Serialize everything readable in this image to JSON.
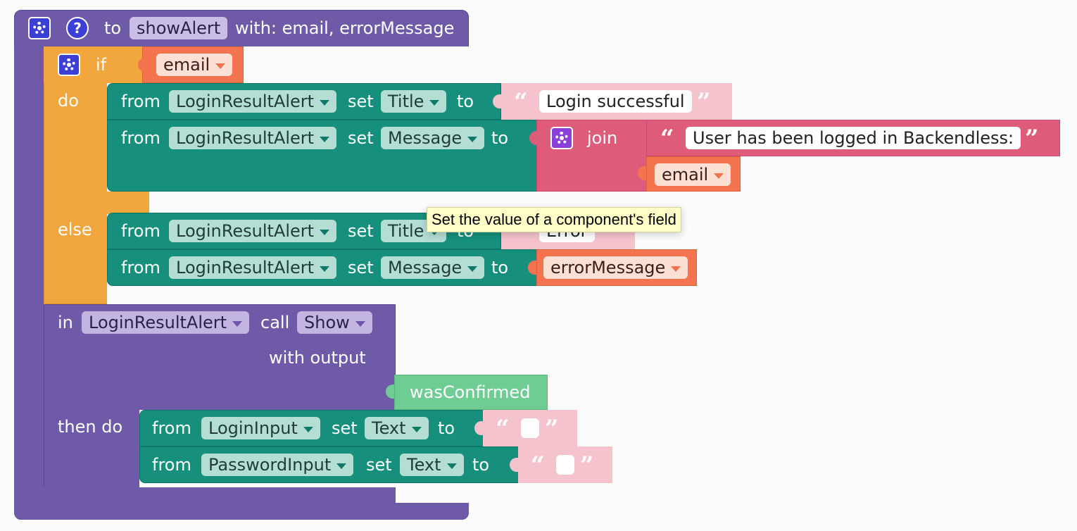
{
  "colors": {
    "procedure": "#6f5aa8",
    "if_block": "#f1a73e",
    "set_block": "#16907c",
    "join_block": "#de5b79",
    "string_block": "#f4c3cc",
    "variable": "#f4744f",
    "output": "#6fcd94"
  },
  "header": {
    "to": "to",
    "function_name": "showAlert",
    "with": "with: email, errorMessage",
    "help": "?"
  },
  "if_block": {
    "if": "if",
    "do": "do",
    "else": "else",
    "condition_var": "email"
  },
  "do_row1": {
    "from": "from",
    "component": "LoginResultAlert",
    "set": "set",
    "field": "Title",
    "to": "to",
    "value": "Login successful"
  },
  "do_row2": {
    "from": "from",
    "component": "LoginResultAlert",
    "set": "set",
    "field": "Message",
    "to": "to",
    "join": "join",
    "join_text": "User has been logged in Backendless:",
    "join_var": "email"
  },
  "else_row1": {
    "from": "from",
    "component": "LoginResultAlert",
    "set": "set",
    "field": "Title",
    "to": "to",
    "value": "Error"
  },
  "else_row2": {
    "from": "from",
    "component": "LoginResultAlert",
    "set": "set",
    "field": "Message",
    "to": "to",
    "value_var": "errorMessage"
  },
  "call_block": {
    "in": "in",
    "component": "LoginResultAlert",
    "call": "call",
    "method": "Show",
    "with_output": "with output",
    "output_var": "wasConfirmed",
    "then_do": "then do"
  },
  "then_row1": {
    "from": "from",
    "component": "LoginInput",
    "set": "set",
    "field": "Text",
    "to": "to",
    "value": ""
  },
  "then_row2": {
    "from": "from",
    "component": "PasswordInput",
    "set": "set",
    "field": "Text",
    "to": "to",
    "value": ""
  },
  "tooltip": {
    "text": "Set the value of a component's field"
  },
  "icons": {
    "quote_open": "“",
    "quote_close": "”"
  }
}
